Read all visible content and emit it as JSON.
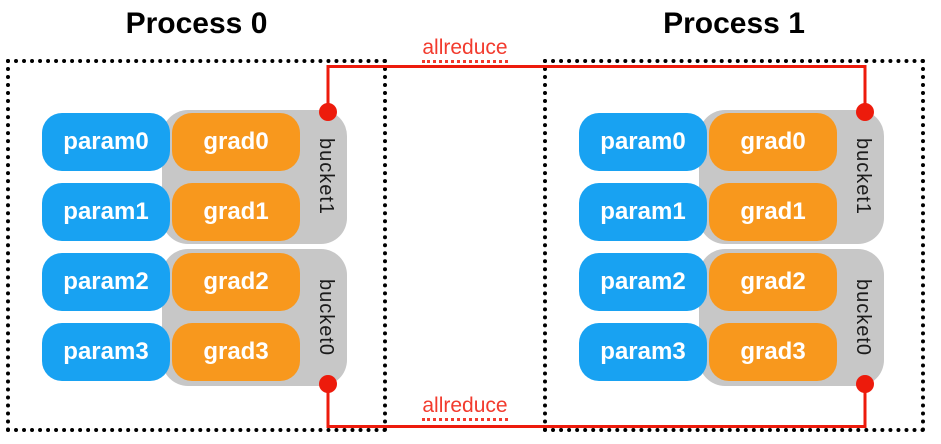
{
  "colors": {
    "param_blue": "#18A2F2",
    "grad_orange": "#F8981D",
    "bucket_gray": "#C7C7C7",
    "line_red": "#ED1B0C",
    "allreduce_red": "#F23B2E",
    "title_black": "#000000"
  },
  "connections": {
    "top_label": "allreduce",
    "bottom_label": "allreduce"
  },
  "processes": [
    {
      "title": "Process 0",
      "buckets": [
        {
          "label": "bucket1",
          "pairs": [
            {
              "param": "param0",
              "grad": "grad0"
            },
            {
              "param": "param1",
              "grad": "grad1"
            }
          ]
        },
        {
          "label": "bucket0",
          "pairs": [
            {
              "param": "param2",
              "grad": "grad2"
            },
            {
              "param": "param3",
              "grad": "grad3"
            }
          ]
        }
      ]
    },
    {
      "title": "Process 1",
      "buckets": [
        {
          "label": "bucket1",
          "pairs": [
            {
              "param": "param0",
              "grad": "grad0"
            },
            {
              "param": "param1",
              "grad": "grad1"
            }
          ]
        },
        {
          "label": "bucket0",
          "pairs": [
            {
              "param": "param2",
              "grad": "grad2"
            },
            {
              "param": "param3",
              "grad": "grad3"
            }
          ]
        }
      ]
    }
  ]
}
